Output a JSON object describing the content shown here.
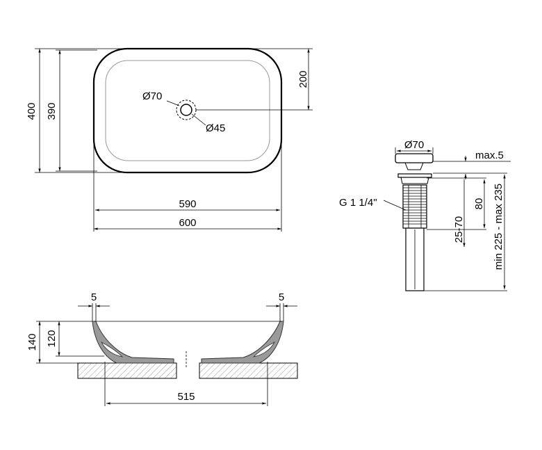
{
  "top_view": {
    "height_outer": "400",
    "height_inner": "390",
    "drain_offset": "200",
    "drain_outer_dia": "Ø70",
    "drain_inner_dia": "Ø45",
    "width_inner": "590",
    "width_outer": "600"
  },
  "drain_detail": {
    "cap_dia": "Ø70",
    "max_gap": "max.5",
    "thread": "G 1 1/4\"",
    "body_height": "80",
    "adjust_range": "25-70",
    "total_length": "min 225 - max 235"
  },
  "section_view": {
    "rim_left": "5",
    "rim_right": "5",
    "total_height": "140",
    "bowl_depth": "120",
    "base_width": "515"
  },
  "colors": {
    "line": "#000000",
    "outline": "#333333",
    "hatch": "#555555",
    "fill_gray": "#9a9a9a"
  }
}
